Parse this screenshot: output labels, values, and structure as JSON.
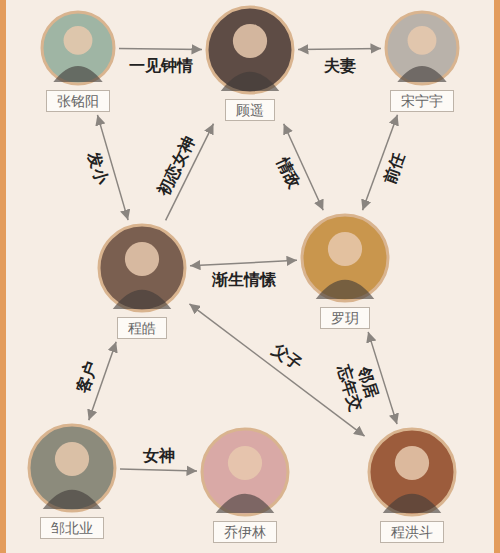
{
  "diagram": {
    "nodes": [
      {
        "text": [
          "张铭阳"
        ]
      },
      {
        "text": [
          "顾遥"
        ]
      },
      {
        "text": [
          "宋宁宇"
        ]
      },
      {
        "text": [
          "程皓"
        ]
      },
      {
        "text": [
          "罗玥"
        ]
      },
      {
        "text": [
          "邹北业"
        ]
      },
      {
        "text": [
          "乔伊林"
        ]
      },
      {
        "text": [
          "程洪斗"
        ]
      }
    ],
    "edges": [
      {
        "from": 0,
        "to": 1,
        "label": "一见钟情",
        "arrow": "to"
      },
      {
        "from": 1,
        "to": 2,
        "label": "夫妻",
        "arrow": "both"
      },
      {
        "from": 0,
        "to": 3,
        "label": "发小",
        "arrow": "both"
      },
      {
        "from": 3,
        "to": 1,
        "label": "初恋女神",
        "arrow": "to"
      },
      {
        "from": 1,
        "to": 4,
        "label": "情敌",
        "arrow": "both"
      },
      {
        "from": 2,
        "to": 4,
        "label": "前任",
        "arrow": "both"
      },
      {
        "from": 3,
        "to": 4,
        "label": "渐生情愫",
        "arrow": "both"
      },
      {
        "from": 3,
        "to": 5,
        "label": "客户",
        "arrow": "both"
      },
      {
        "from": 5,
        "to": 6,
        "label": "女神",
        "arrow": "to"
      },
      {
        "from": 3,
        "to": 7,
        "label": "父子",
        "arrow": "both"
      },
      {
        "from": 4,
        "to": 7,
        "label": "邻居 忘年交",
        "arrow": "both"
      }
    ]
  }
}
